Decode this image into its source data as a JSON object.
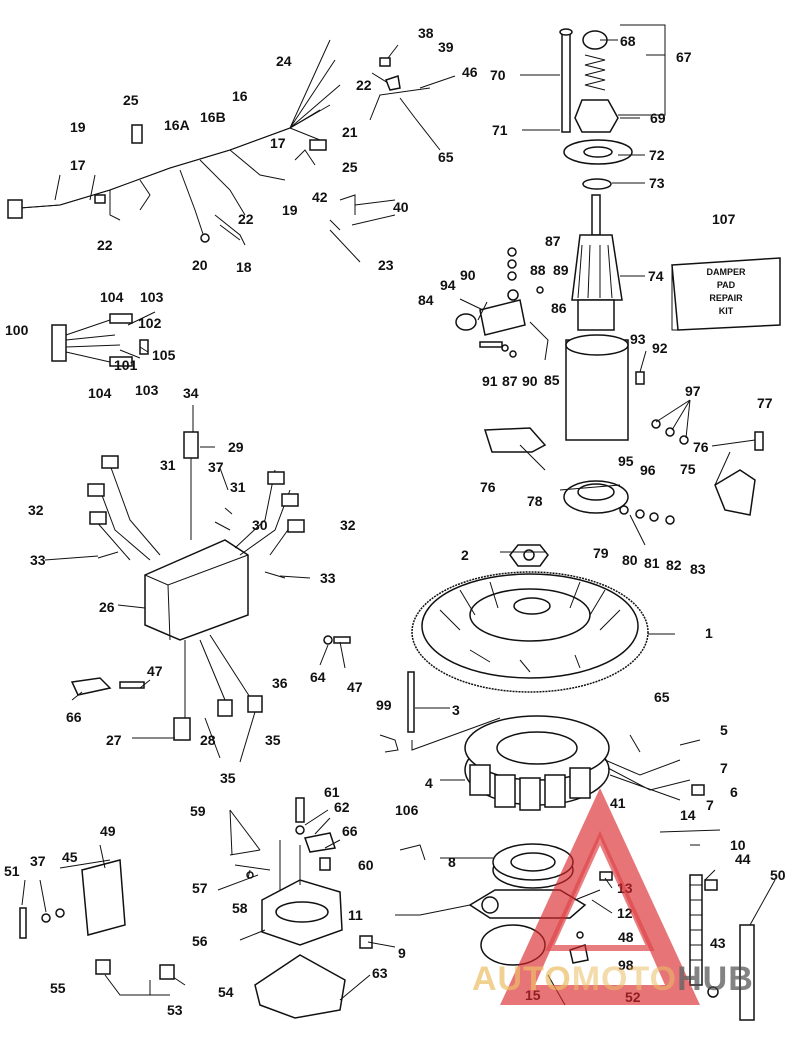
{
  "kit_box": {
    "line1": "DAMPER",
    "line2": "PAD",
    "line3": "REPAIR",
    "line4": "KIT"
  },
  "watermark": {
    "part1": "AUTO",
    "part2": "MOTO",
    "part3": "HUB",
    "color_red": "#d9262b",
    "color_gold": "#e8b24a",
    "color_gray": "#4a4a4a"
  },
  "labels": {
    "l1": "1",
    "l2": "2",
    "l3": "3",
    "l4": "4",
    "l5": "5",
    "l6": "6",
    "l7a": "7",
    "l7b": "7",
    "l8": "8",
    "l9": "9",
    "l10": "10",
    "l11": "11",
    "l12": "12",
    "l13": "13",
    "l14": "14",
    "l15": "15",
    "l16": "16",
    "l16a": "16A",
    "l16b": "16B",
    "l17a": "17",
    "l17b": "17",
    "l18": "18",
    "l19a": "19",
    "l19b": "19",
    "l20": "20",
    "l21": "21",
    "l22a": "22",
    "l22b": "22",
    "l22c": "22",
    "l23": "23",
    "l24": "24",
    "l25a": "25",
    "l25b": "25",
    "l26": "26",
    "l27": "27",
    "l28": "28",
    "l29": "29",
    "l30": "30",
    "l31a": "31",
    "l31b": "31",
    "l32a": "32",
    "l32b": "32",
    "l33a": "33",
    "l33b": "33",
    "l34": "34",
    "l35a": "35",
    "l35b": "35",
    "l36": "36",
    "l37a": "37",
    "l37b": "37",
    "l38": "38",
    "l39": "39",
    "l40": "40",
    "l41": "41",
    "l42": "42",
    "l43": "43",
    "l44": "44",
    "l45": "45",
    "l46": "46",
    "l47a": "47",
    "l47b": "47",
    "l48": "48",
    "l49": "49",
    "l50": "50",
    "l51": "51",
    "l52": "52",
    "l53": "53",
    "l54": "54",
    "l55": "55",
    "l56": "56",
    "l57": "57",
    "l58": "58",
    "l59": "59",
    "l60": "60",
    "l61": "61",
    "l62": "62",
    "l63": "63",
    "l64": "64",
    "l65a": "65",
    "l65b": "65",
    "l66a": "66",
    "l66b": "66",
    "l67": "67",
    "l68": "68",
    "l69": "69",
    "l70": "70",
    "l71": "71",
    "l72": "72",
    "l73": "73",
    "l74": "74",
    "l75": "75",
    "l76a": "76",
    "l76b": "76",
    "l77": "77",
    "l78": "78",
    "l79": "79",
    "l80": "80",
    "l81": "81",
    "l82": "82",
    "l83": "83",
    "l84": "84",
    "l85": "85",
    "l86": "86",
    "l87a": "87",
    "l87b": "87",
    "l88": "88",
    "l89": "89",
    "l90a": "90",
    "l90b": "90",
    "l91": "91",
    "l92": "92",
    "l93": "93",
    "l94": "94",
    "l95": "95",
    "l96": "96",
    "l97": "97",
    "l98": "98",
    "l99": "99",
    "l100": "100",
    "l101": "101",
    "l102": "102",
    "l103a": "103",
    "l103b": "103",
    "l104a": "104",
    "l104b": "104",
    "l105": "105",
    "l106": "106",
    "l107": "107"
  }
}
